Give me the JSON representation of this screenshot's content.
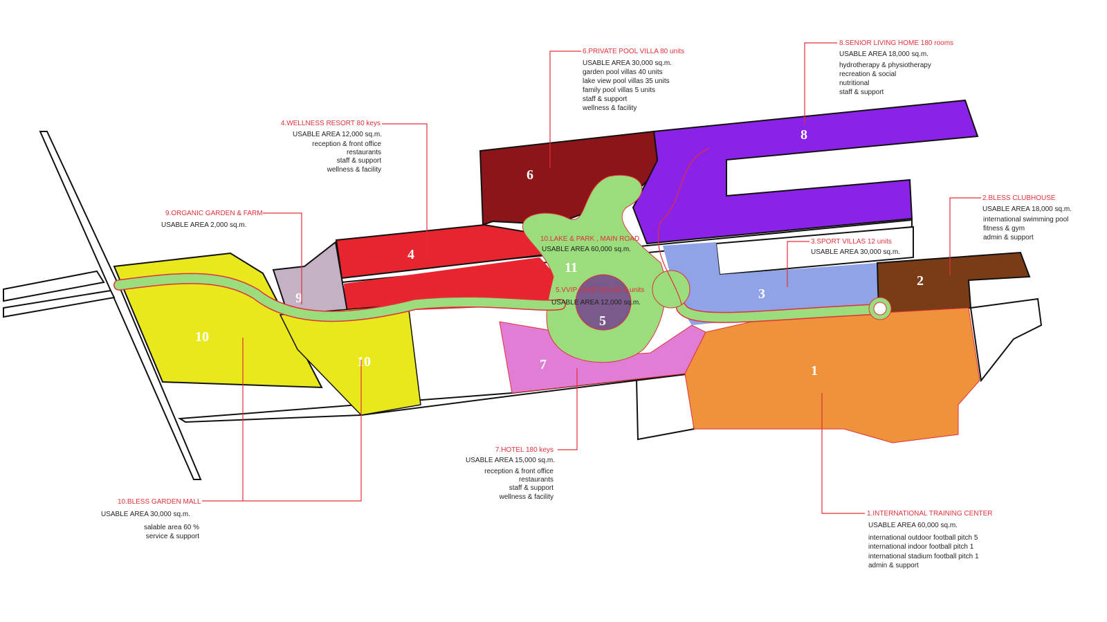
{
  "zones": [
    {
      "num": "1",
      "title": "1.INTERNATIONAL TRAINING CENTER",
      "area": "USABLE AREA    60,000    sq.m.",
      "lines": [
        "international outdoor football pitch   5",
        "international indoor football pitch     1",
        "international stadium football pitch   1",
        "admin & support"
      ],
      "color": "#ef923c"
    },
    {
      "num": "2",
      "title": "2.BLESS CLUBHOUSE",
      "area": "USABLE AREA    18,000    sq.m.",
      "lines": [
        "international swimming pool",
        "fitness & gym",
        "admin & support"
      ],
      "color": "#7a3c16"
    },
    {
      "num": "3",
      "title": "3.SPORT VILLAS   12 units",
      "area": "USABLE AREA    30,000    sq.m.",
      "lines": [],
      "color": "#8fa3e6"
    },
    {
      "num": "4",
      "title": "4.WELLNESS RESORT   80 keys",
      "area": "USABLE AREA    12,000    sq.m.",
      "lines": [
        "reception & front office",
        "restaurants",
        "staff & support",
        "wellness & facility"
      ],
      "color": "#e8252f"
    },
    {
      "num": "5",
      "title": "5.VVIP LAKE VILLAS   6 units",
      "area": "USABLE AREA    12,000    sq.m.",
      "lines": [],
      "color": "#7a5a8a"
    },
    {
      "num": "6",
      "title": "6.PRIVATE POOL VILLA   80 units",
      "area": "USABLE AREA    30,000    sq.m.",
      "lines": [
        "garden pool villas   40 units",
        "lake view pool villas   35 units",
        "family pool villas   5 units",
        "staff & support",
        "wellness & facility"
      ],
      "color": "#8b1519"
    },
    {
      "num": "7",
      "title": "7.HOTEL   180 keys",
      "area": "USABLE AREA    15,000    sq.m.",
      "lines": [
        "reception & front office",
        "restaurants",
        "staff & support",
        "wellness & facility"
      ],
      "color": "#e07ed6"
    },
    {
      "num": "8",
      "title": "8.SENIOR LIVING HOME   180 rooms",
      "area": "USABLE AREA    18,000    sq.m.",
      "lines": [
        "hydrotherapy & physiotherapy",
        "recreation & social",
        "nutritional",
        "staff & support"
      ],
      "color": "#8a22e8"
    },
    {
      "num": "9",
      "title": "9.ORGANIC GARDEN & FARM",
      "area": "USABLE AREA    2,000      sq.m.",
      "lines": [],
      "color": "#c4b2c4"
    },
    {
      "num": "10",
      "title": "10.BLESS GARDEN MALL",
      "area": "USABLE AREA    30,000    sq.m.",
      "lines": [
        "salable area   60 %",
        "service & support"
      ],
      "color": "#e8e81c"
    },
    {
      "num": "11",
      "title": "10.LAKE & PARK , MAIN ROAD",
      "area": "USABLE AREA    60,000    sq.m.",
      "lines": [],
      "color": "#9bdc7c"
    }
  ]
}
